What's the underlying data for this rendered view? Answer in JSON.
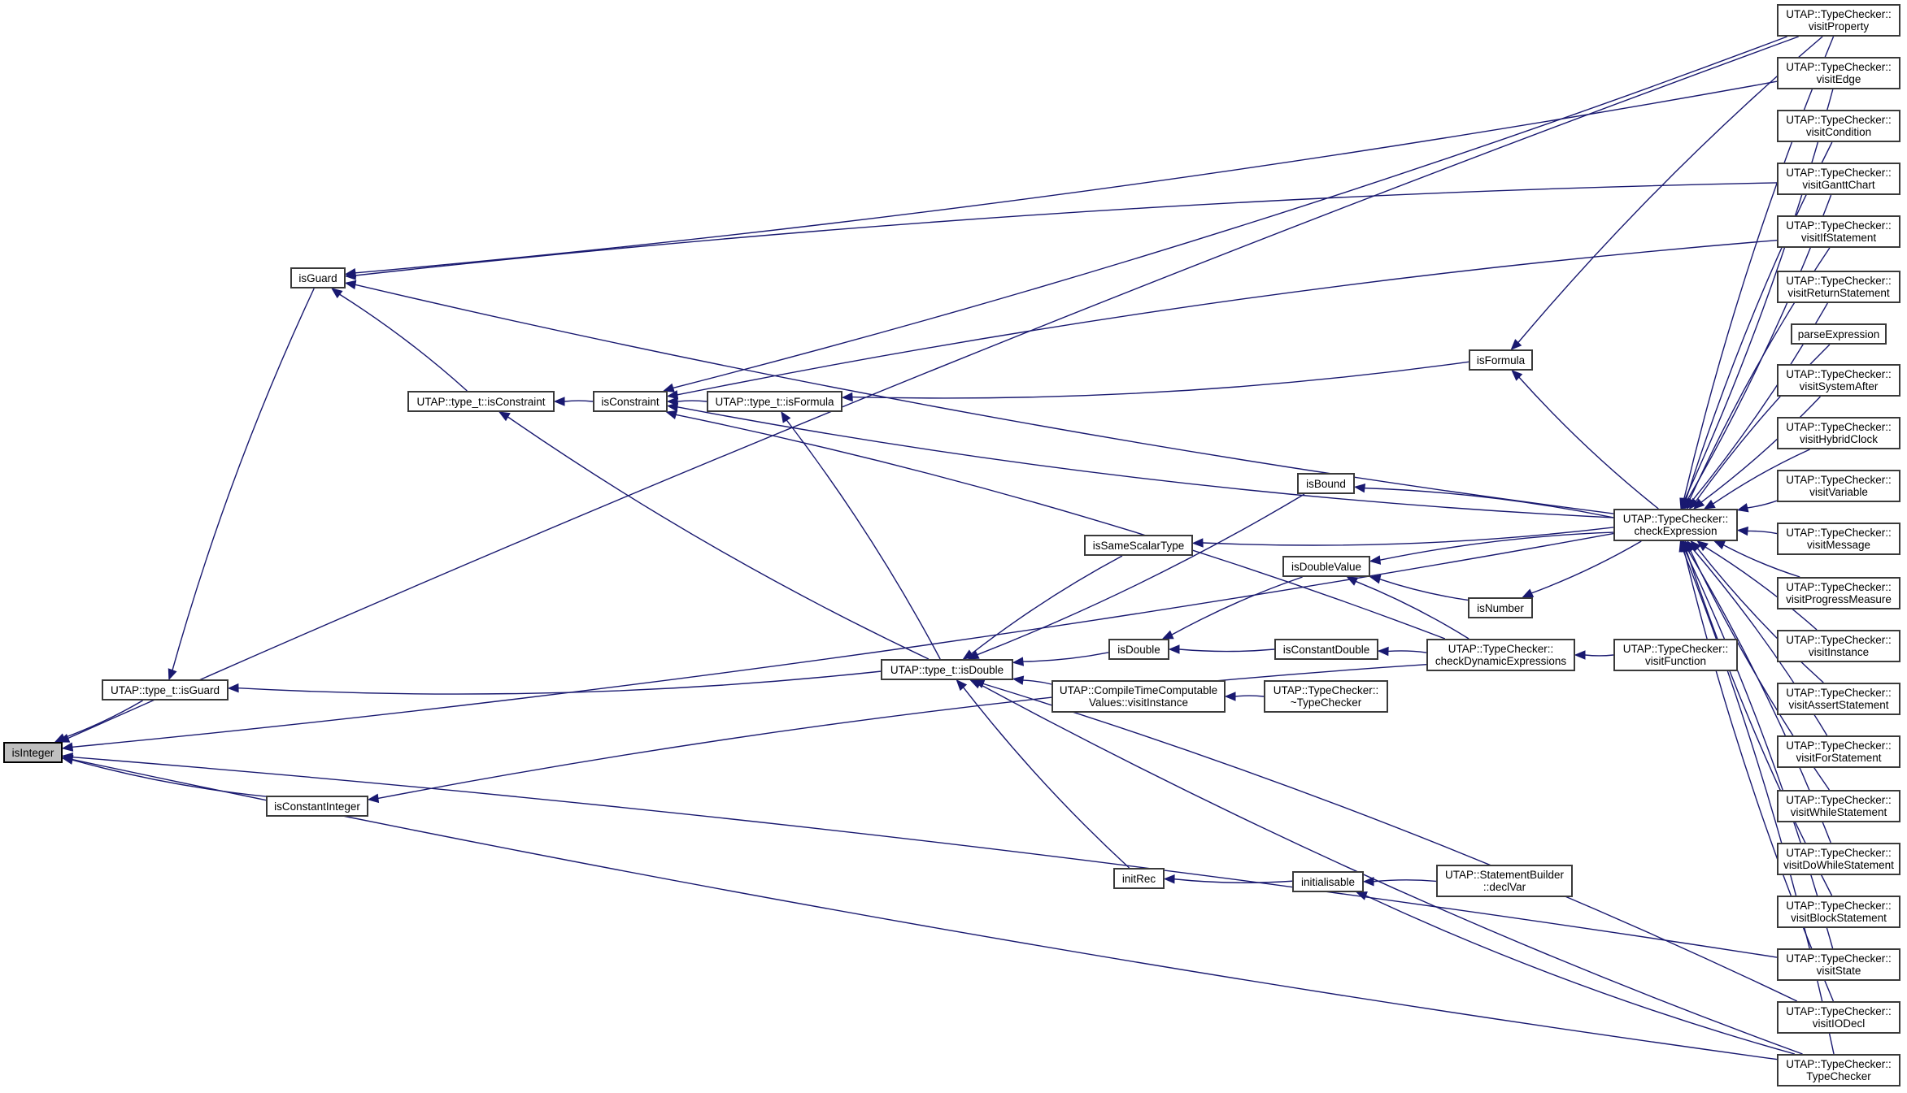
{
  "diagram": {
    "title": "isInteger caller graph",
    "colors": {
      "edge": "#191970",
      "node_border": "#3a3a3a",
      "root_fill": "#bfbfbf",
      "node_fill": "#ffffff"
    },
    "nodes": {
      "isInteger": "isInteger",
      "typeIsGuard": "UTAP::type_t::isGuard",
      "isGuard": "isGuard",
      "typeIsConstraint": "UTAP::type_t::isConstraint",
      "isConstraint": "isConstraint",
      "typeIsFormula": "UTAP::type_t::isFormula",
      "isConstantInteger": "isConstantInteger",
      "typeIsDouble": "UTAP::type_t::isDouble",
      "isBound": "isBound",
      "isSameScalarType": "isSameScalarType",
      "isDoubleValue": "isDoubleValue",
      "isDouble": "isDouble",
      "isConstantDouble": "isConstantDouble",
      "isNumber": "isNumber",
      "isFormula": "isFormula",
      "ctcvVisitInstance": "UTAP::CompileTimeComputable\nValues::visitInstance",
      "dtorTypeChecker": "UTAP::TypeChecker::\n~TypeChecker",
      "checkDynamicExpressions": "UTAP::TypeChecker::\ncheckDynamicExpressions",
      "checkExpression": "UTAP::TypeChecker::\ncheckExpression",
      "visitFunction": "UTAP::TypeChecker::\nvisitFunction",
      "initRec": "initRec",
      "initialisable": "initialisable",
      "declVar": "UTAP::StatementBuilder\n::declVar",
      "visitProperty": "UTAP::TypeChecker::\nvisitProperty",
      "visitEdge": "UTAP::TypeChecker::\nvisitEdge",
      "visitCondition": "UTAP::TypeChecker::\nvisitCondition",
      "visitGanttChart": "UTAP::TypeChecker::\nvisitGanttChart",
      "visitIfStatement": "UTAP::TypeChecker::\nvisitIfStatement",
      "visitReturnStatement": "UTAP::TypeChecker::\nvisitReturnStatement",
      "parseExpression": "parseExpression",
      "visitSystemAfter": "UTAP::TypeChecker::\nvisitSystemAfter",
      "visitHybridClock": "UTAP::TypeChecker::\nvisitHybridClock",
      "visitVariable": "UTAP::TypeChecker::\nvisitVariable",
      "visitMessage": "UTAP::TypeChecker::\nvisitMessage",
      "visitProgressMeasure": "UTAP::TypeChecker::\nvisitProgressMeasure",
      "visitInstance": "UTAP::TypeChecker::\nvisitInstance",
      "visitAssertStatement": "UTAP::TypeChecker::\nvisitAssertStatement",
      "visitForStatement": "UTAP::TypeChecker::\nvisitForStatement",
      "visitWhileStatement": "UTAP::TypeChecker::\nvisitWhileStatement",
      "visitDoWhileStatement": "UTAP::TypeChecker::\nvisitDoWhileStatement",
      "visitBlockStatement": "UTAP::TypeChecker::\nvisitBlockStatement",
      "visitState": "UTAP::TypeChecker::\nvisitState",
      "visitIODecl": "UTAP::TypeChecker::\nvisitIODecl",
      "ctorTypeChecker": "UTAP::TypeChecker::\nTypeChecker"
    },
    "edges": [
      [
        "typeIsGuard",
        "isInteger"
      ],
      [
        "isGuard",
        "typeIsGuard"
      ],
      [
        "isConstantInteger",
        "isInteger"
      ],
      [
        "visitProperty",
        "isInteger"
      ],
      [
        "checkExpression",
        "isInteger"
      ],
      [
        "visitState",
        "isInteger"
      ],
      [
        "ctorTypeChecker",
        "isInteger"
      ],
      [
        "typeIsConstraint",
        "isGuard"
      ],
      [
        "visitEdge",
        "isGuard"
      ],
      [
        "visitGanttChart",
        "isGuard"
      ],
      [
        "checkExpression",
        "isGuard"
      ],
      [
        "isConstraint",
        "typeIsConstraint"
      ],
      [
        "typeIsDouble",
        "typeIsConstraint"
      ],
      [
        "typeIsFormula",
        "isConstraint"
      ],
      [
        "visitProperty",
        "isConstraint"
      ],
      [
        "visitIfStatement",
        "isConstraint"
      ],
      [
        "checkExpression",
        "isConstraint"
      ],
      [
        "checkDynamicExpressions",
        "isConstraint"
      ],
      [
        "isFormula",
        "typeIsFormula"
      ],
      [
        "typeIsDouble",
        "typeIsFormula"
      ],
      [
        "typeIsDouble",
        "typeIsGuard"
      ],
      [
        "checkDynamicExpressions",
        "isConstantInteger"
      ],
      [
        "isBound",
        "typeIsDouble"
      ],
      [
        "isSameScalarType",
        "typeIsDouble"
      ],
      [
        "isDouble",
        "typeIsDouble"
      ],
      [
        "ctcvVisitInstance",
        "typeIsDouble"
      ],
      [
        "initRec",
        "typeIsDouble"
      ],
      [
        "visitIODecl",
        "typeIsDouble"
      ],
      [
        "ctorTypeChecker",
        "typeIsDouble"
      ],
      [
        "checkExpression",
        "isBound"
      ],
      [
        "checkExpression",
        "isSameScalarType"
      ],
      [
        "isDoubleValue",
        "isDouble"
      ],
      [
        "isConstantDouble",
        "isDouble"
      ],
      [
        "checkExpression",
        "isDoubleValue"
      ],
      [
        "isNumber",
        "isDoubleValue"
      ],
      [
        "checkDynamicExpressions",
        "isDoubleValue"
      ],
      [
        "checkExpression",
        "isNumber"
      ],
      [
        "checkDynamicExpressions",
        "isConstantDouble"
      ],
      [
        "visitFunction",
        "checkDynamicExpressions"
      ],
      [
        "visitProperty",
        "isFormula"
      ],
      [
        "checkExpression",
        "isFormula"
      ],
      [
        "dtorTypeChecker",
        "ctcvVisitInstance"
      ],
      [
        "initialisable",
        "initRec"
      ],
      [
        "declVar",
        "initialisable"
      ],
      [
        "ctorTypeChecker",
        "initialisable"
      ],
      [
        "visitProperty",
        "checkExpression"
      ],
      [
        "visitEdge",
        "checkExpression"
      ],
      [
        "visitCondition",
        "checkExpression"
      ],
      [
        "visitGanttChart",
        "checkExpression"
      ],
      [
        "visitIfStatement",
        "checkExpression"
      ],
      [
        "visitReturnStatement",
        "checkExpression"
      ],
      [
        "parseExpression",
        "checkExpression"
      ],
      [
        "visitSystemAfter",
        "checkExpression"
      ],
      [
        "visitHybridClock",
        "checkExpression"
      ],
      [
        "visitVariable",
        "checkExpression"
      ],
      [
        "visitMessage",
        "checkExpression"
      ],
      [
        "visitProgressMeasure",
        "checkExpression"
      ],
      [
        "visitInstance",
        "checkExpression"
      ],
      [
        "visitAssertStatement",
        "checkExpression"
      ],
      [
        "visitForStatement",
        "checkExpression"
      ],
      [
        "visitWhileStatement",
        "checkExpression"
      ],
      [
        "visitDoWhileStatement",
        "checkExpression"
      ],
      [
        "visitBlockStatement",
        "checkExpression"
      ],
      [
        "visitState",
        "checkExpression"
      ],
      [
        "visitIODecl",
        "checkExpression"
      ],
      [
        "ctorTypeChecker",
        "checkExpression"
      ]
    ]
  }
}
